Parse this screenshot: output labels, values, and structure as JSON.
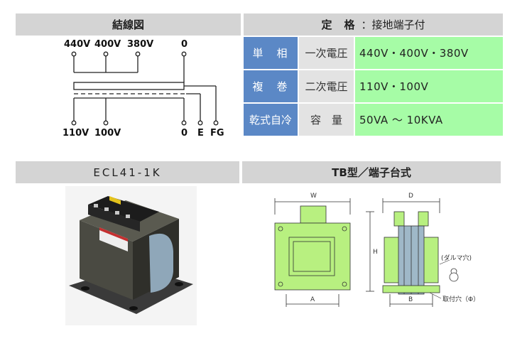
{
  "wiring": {
    "header": "結線図",
    "top_terminals": [
      "440V",
      "400V",
      "380V",
      "0"
    ],
    "bottom_terminals": [
      "110V",
      "100V",
      "0",
      "E",
      "FG"
    ]
  },
  "spec": {
    "header_main": "定　格",
    "header_sub": "：接地端子付",
    "rows": [
      {
        "label": "単　相",
        "name": "一次電圧",
        "value": "440V・400V・380V"
      },
      {
        "label": "複　巻",
        "name": "二次電圧",
        "value": "110V・100V"
      },
      {
        "label": "乾式自冷",
        "name": "容　量",
        "value": "50VA ～ 10KVA"
      }
    ]
  },
  "product": {
    "header": "ECL41-1K"
  },
  "dimensions": {
    "header": "TB型／端子台式",
    "labels": {
      "w": "W",
      "d": "D",
      "h": "H",
      "a": "A",
      "b": "B",
      "daruma": "(ダルマ穴)",
      "mount": "取付穴（Φ）"
    }
  },
  "colors": {
    "header_bg": "#d4d4d4",
    "label_bg": "#5b88c6",
    "name_bg": "#e3e3e3",
    "value_bg": "#a6fca6",
    "drawing_green": "#b8f080"
  }
}
